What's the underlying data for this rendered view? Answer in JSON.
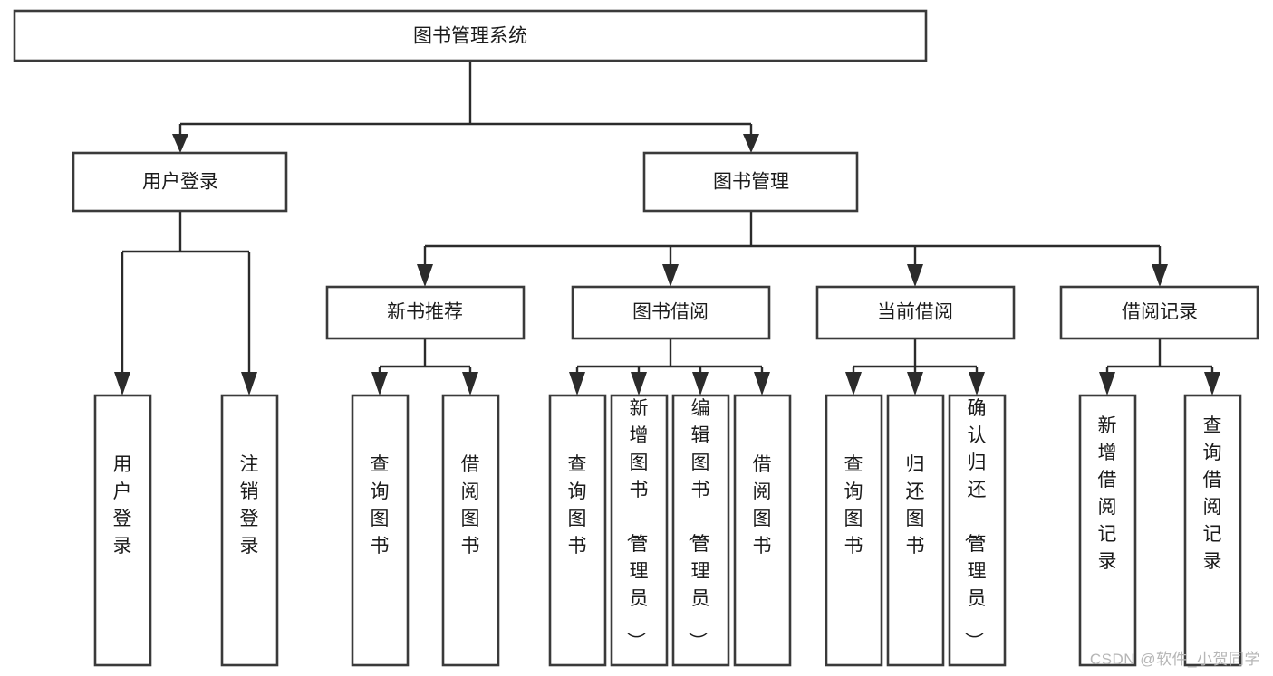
{
  "diagram": {
    "type": "hierarchy-tree",
    "title": "图书管理系统",
    "orientation": "top-down",
    "levels": 4,
    "colors": {
      "box_fill": "#ffffff",
      "box_stroke": "#3a3a3a",
      "connector": "#2b2b2b",
      "text": "#1b1b1b",
      "background": "#ffffff",
      "watermark": "#b6b6b6"
    }
  },
  "nodes": {
    "root": {
      "label": "图书管理系统",
      "level": 1,
      "orientation": "horizontal"
    },
    "level2": [
      {
        "id": "user-login",
        "label": "用户登录",
        "level": 2,
        "orientation": "horizontal"
      },
      {
        "id": "book-management",
        "label": "图书管理",
        "level": 2,
        "orientation": "horizontal"
      }
    ],
    "level3": [
      {
        "id": "new-book-recommend",
        "label": "新书推荐",
        "level": 3,
        "orientation": "horizontal",
        "parent": "book-management"
      },
      {
        "id": "book-borrow",
        "label": "图书借阅",
        "level": 3,
        "orientation": "horizontal",
        "parent": "book-management"
      },
      {
        "id": "current-borrow",
        "label": "当前借阅",
        "level": 3,
        "orientation": "horizontal",
        "parent": "book-management"
      },
      {
        "id": "borrow-record",
        "label": "借阅记录",
        "level": 3,
        "orientation": "horizontal",
        "parent": "book-management"
      }
    ],
    "leaves": [
      {
        "id": "leaf-user-login",
        "label": "用户登录",
        "parent": "user-login",
        "orientation": "vertical"
      },
      {
        "id": "leaf-logout-login",
        "label": "注销登录",
        "parent": "user-login",
        "orientation": "vertical"
      },
      {
        "id": "leaf-query-book-1",
        "label": "查询图书",
        "parent": "new-book-recommend",
        "orientation": "vertical"
      },
      {
        "id": "leaf-borrow-book-1",
        "label": "借阅图书",
        "parent": "new-book-recommend",
        "orientation": "vertical"
      },
      {
        "id": "leaf-query-book-2",
        "label": "查询图书",
        "parent": "book-borrow",
        "orientation": "vertical"
      },
      {
        "id": "leaf-add-book",
        "label": "新增图书（管理员）",
        "parent": "book-borrow",
        "orientation": "vertical"
      },
      {
        "id": "leaf-edit-book",
        "label": "编辑图书（管理员）",
        "parent": "book-borrow",
        "orientation": "vertical"
      },
      {
        "id": "leaf-borrow-book-2",
        "label": "借阅图书",
        "parent": "book-borrow",
        "orientation": "vertical"
      },
      {
        "id": "leaf-query-book-3",
        "label": "查询图书",
        "parent": "current-borrow",
        "orientation": "vertical"
      },
      {
        "id": "leaf-return-book",
        "label": "归还图书",
        "parent": "current-borrow",
        "orientation": "vertical"
      },
      {
        "id": "leaf-confirm-return",
        "label": "确认归还（管理员）",
        "parent": "current-borrow",
        "orientation": "vertical"
      },
      {
        "id": "leaf-add-record",
        "label": "新增借阅记录",
        "parent": "borrow-record",
        "orientation": "vertical"
      },
      {
        "id": "leaf-query-record",
        "label": "查询借阅记录",
        "parent": "borrow-record",
        "orientation": "vertical"
      }
    ]
  },
  "watermark": {
    "text": "CSDN @软件_小贺同学"
  }
}
